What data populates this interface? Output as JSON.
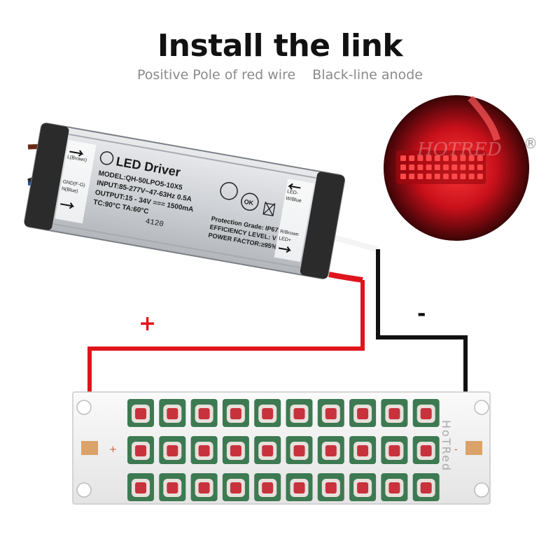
{
  "header": {
    "title": "Install the link",
    "subtitle": "Positive Pole of red wire    Black-line anode"
  },
  "driver": {
    "product": "LED Driver",
    "model": "MODEL:QH-50LPO5-10X5",
    "input": "INPUT:85-277V~47-63Hz 0.5A",
    "output": "OUTPUT:15 - 34V === 1500mA",
    "temps": "TC:90°C   TA:60°C",
    "code": "4120",
    "protection": "Protection Grade: IP67",
    "efficiency": "EFFICIENCY LEVEL: V",
    "power_factor": "POWER FACTOR:≥95%",
    "left_labels": [
      "L(Brown)",
      "GND(F-G)",
      "N(Blue)"
    ],
    "right_labels": [
      "LED-",
      "W/Blue",
      "R/Brown",
      "LED+"
    ],
    "ok_mark": "OK"
  },
  "polarity": {
    "plus": "+",
    "minus": "-"
  },
  "preview": {
    "watermark": "HOTRED",
    "registered": "®"
  },
  "board": {
    "pad_left": "+",
    "pad_right": "-",
    "brand_vertical": "HoTRed",
    "rows": 3,
    "cols": 10
  },
  "colors": {
    "wire_red": "#e0141c",
    "wire_black": "#111111",
    "board": "#f2f2f2",
    "pad": "#d9a36a",
    "led_green": "#3d7a52",
    "led_red": "#c8323c",
    "glow": "#e8101c"
  }
}
